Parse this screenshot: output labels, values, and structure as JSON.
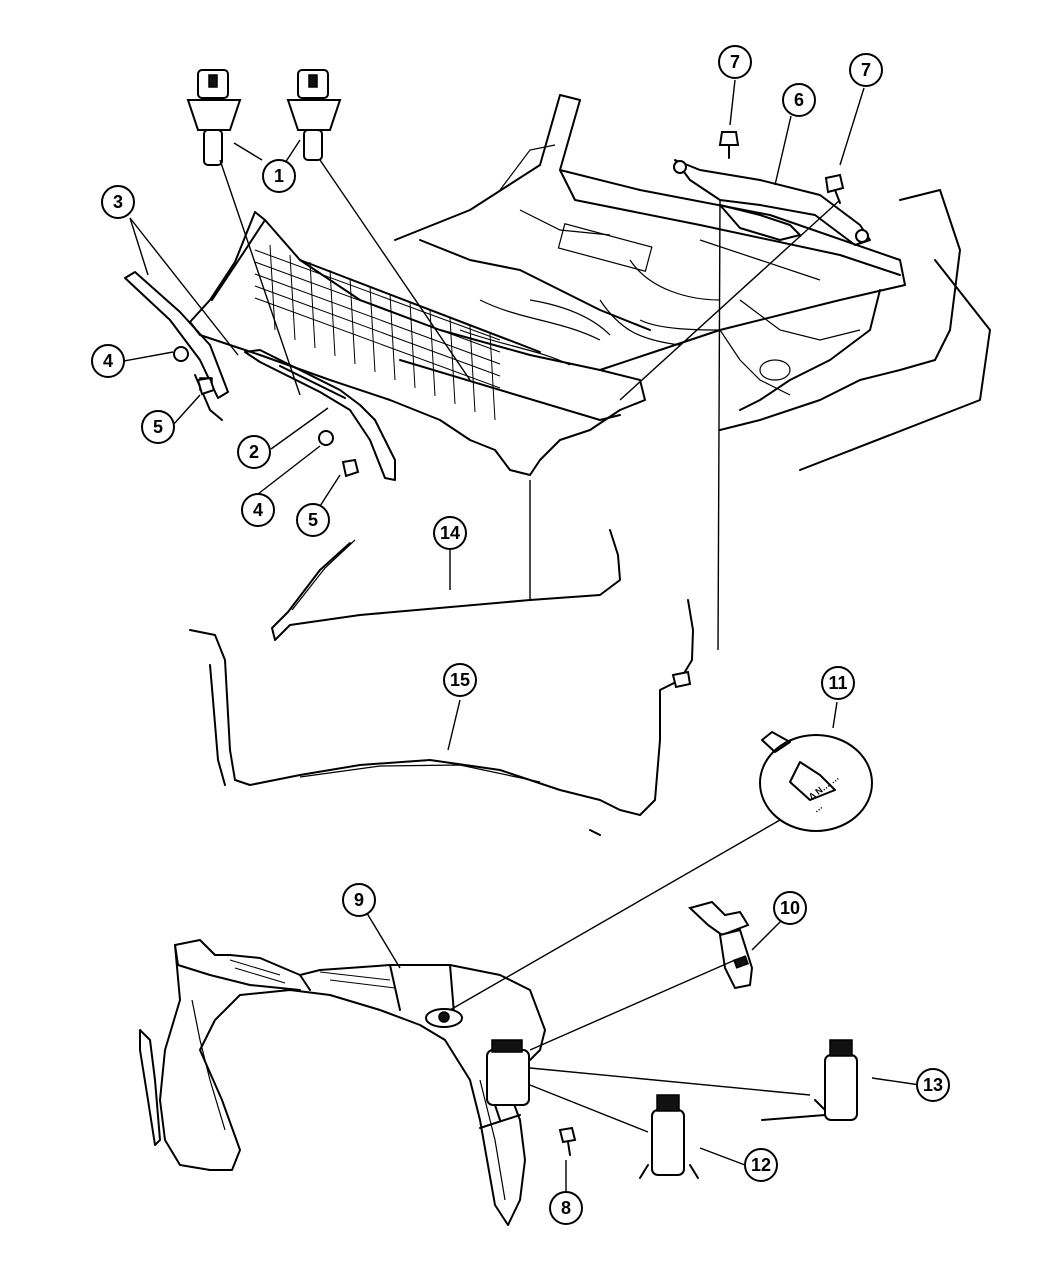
{
  "callouts": [
    {
      "id": "c1",
      "label": "1"
    },
    {
      "id": "c2",
      "label": "2"
    },
    {
      "id": "c3",
      "label": "3"
    },
    {
      "id": "c4a",
      "label": "4"
    },
    {
      "id": "c4b",
      "label": "4"
    },
    {
      "id": "c5a",
      "label": "5"
    },
    {
      "id": "c5b",
      "label": "5"
    },
    {
      "id": "c6",
      "label": "6"
    },
    {
      "id": "c7a",
      "label": "7"
    },
    {
      "id": "c7b",
      "label": "7"
    },
    {
      "id": "c8",
      "label": "8"
    },
    {
      "id": "c9",
      "label": "9"
    },
    {
      "id": "c10",
      "label": "10"
    },
    {
      "id": "c11",
      "label": "11"
    },
    {
      "id": "c12",
      "label": "12"
    },
    {
      "id": "c13",
      "label": "13"
    },
    {
      "id": "c14",
      "label": "14"
    },
    {
      "id": "c15",
      "label": "15"
    }
  ],
  "cap_text": {
    "line1": "∆ N… …",
    "line2": "…"
  }
}
